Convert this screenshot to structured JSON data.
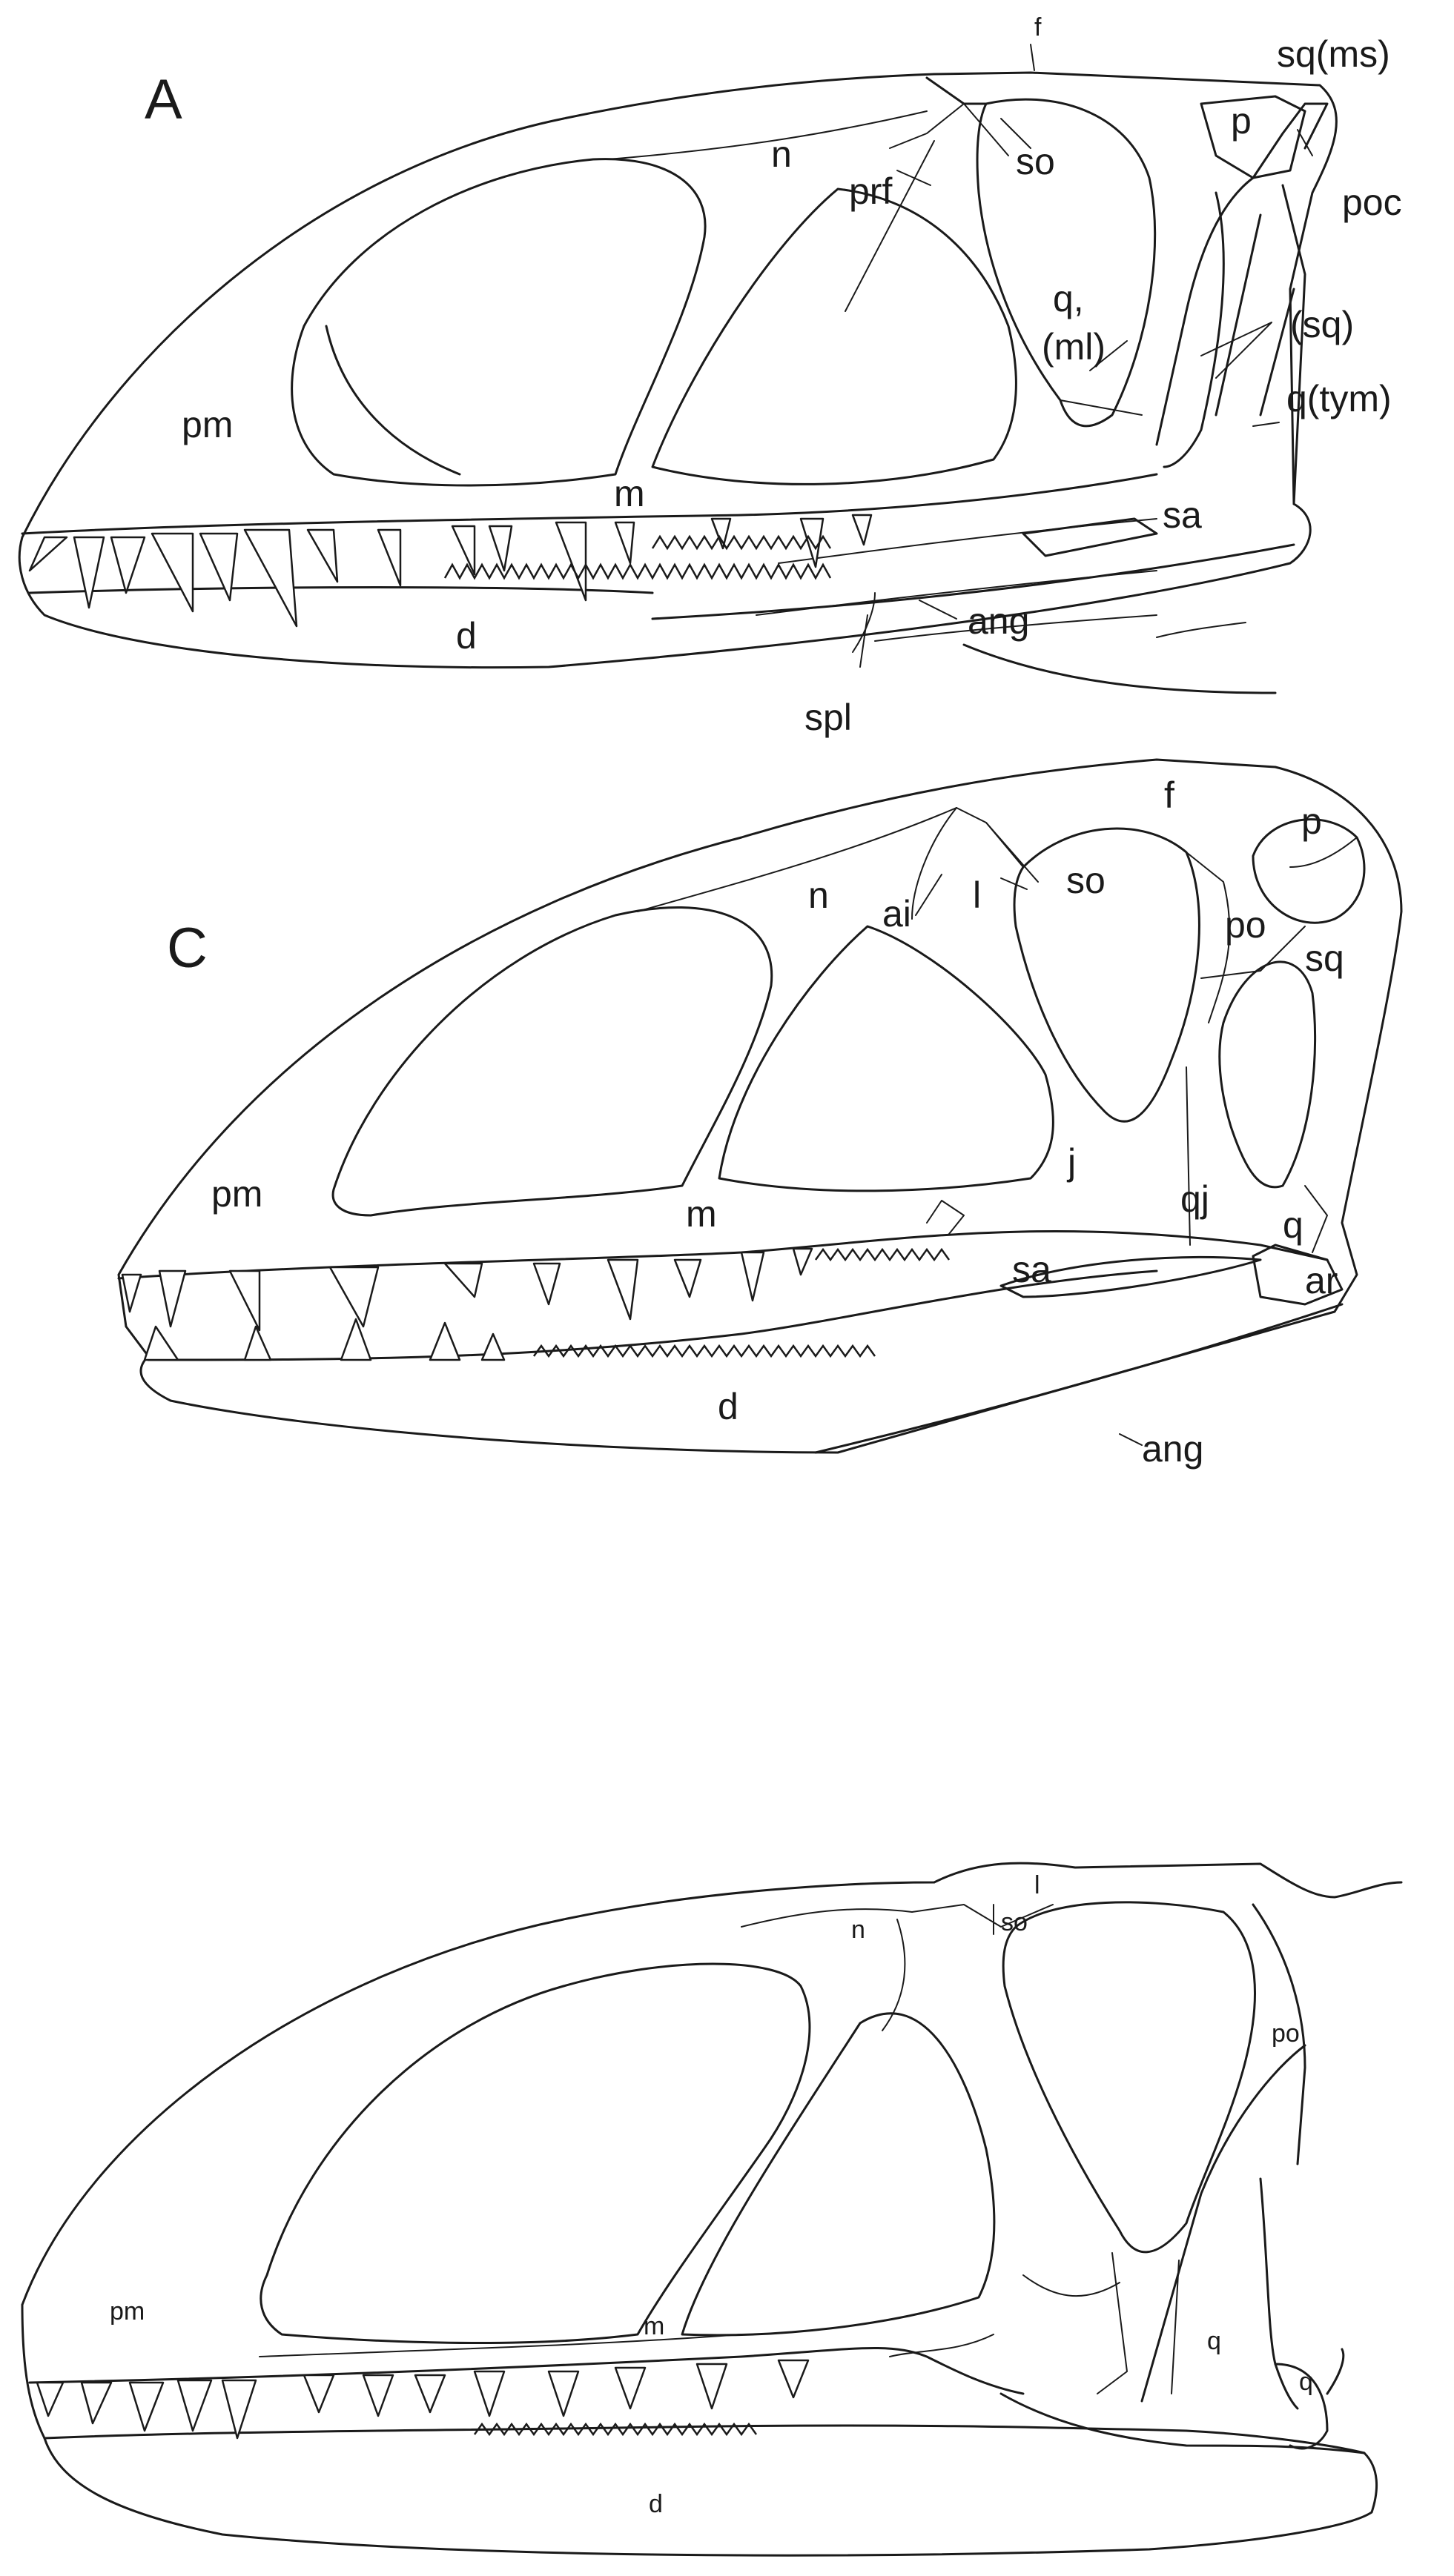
{
  "figure": {
    "panels": [
      {
        "id": "A",
        "letter": "A",
        "labels": {
          "f": "f",
          "sq_ms": "sq(ms)",
          "n": "n",
          "p": "p",
          "so": "so",
          "prf": "prf",
          "poc": "poc",
          "q_ml_1": "q,",
          "q_ml_2": "(ml)",
          "sq_paren": "(sq)",
          "q_tym": "q(tym)",
          "pm": "pm",
          "m": "m",
          "sa": "sa",
          "d": "d",
          "ang": "ang",
          "spl": "spl"
        }
      },
      {
        "id": "C",
        "letter": "C",
        "labels": {
          "f": "f",
          "p": "p",
          "n": "n",
          "ai": "ai",
          "l": "l",
          "so": "so",
          "po": "po",
          "sq": "sq",
          "pm": "pm",
          "m": "m",
          "j": "j",
          "qj": "qj",
          "q": "q",
          "sa": "sa",
          "ar": "ar",
          "d": "d",
          "ang": "ang"
        }
      },
      {
        "id": "unlabeled",
        "letter": "",
        "labels": {
          "l": "l",
          "n": "n",
          "so": "so",
          "po": "po",
          "pm": "pm",
          "m": "m",
          "q_1": "q",
          "q_2": "q",
          "d": "d"
        }
      }
    ]
  }
}
